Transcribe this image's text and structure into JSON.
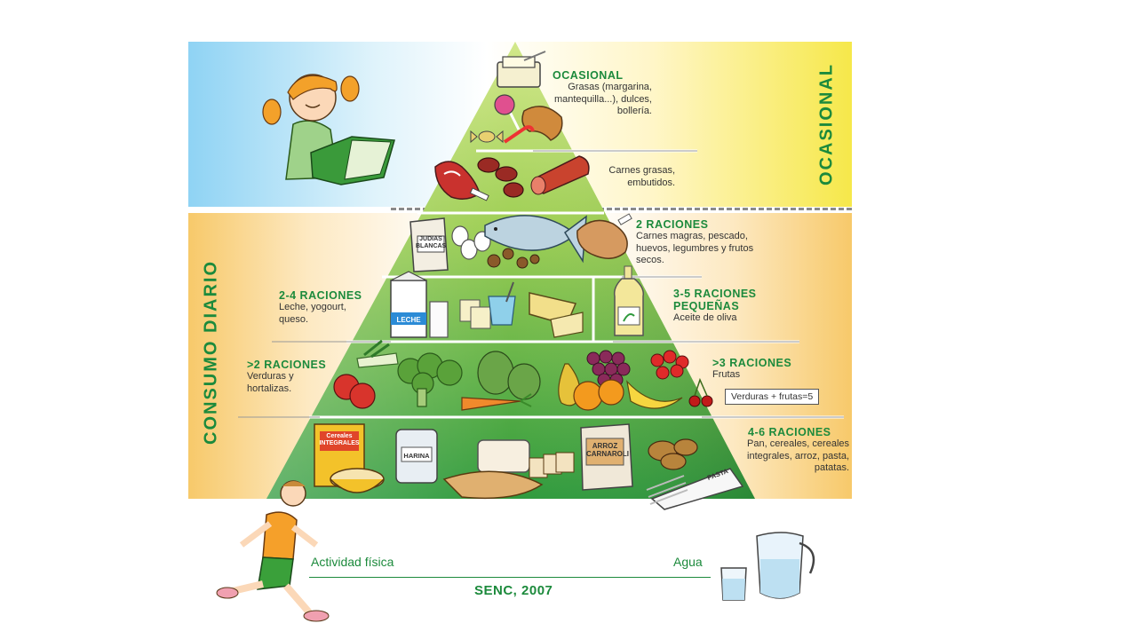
{
  "side_labels": {
    "ocasional": "OCASIONAL",
    "consumo_diario": "CONSUMO DIARIO"
  },
  "tiers": {
    "ocasional": {
      "title": "OCASIONAL",
      "desc": "Grasas (margarina, mantequilla...), dulces, bollería."
    },
    "carnes_grasas": {
      "desc": "Carnes grasas, embutidos."
    },
    "proteinas": {
      "title": "2 RACIONES",
      "desc": "Carnes magras, pescado, huevos, legumbres y frutos secos."
    },
    "lacteos": {
      "title": "2-4 RACIONES",
      "desc": "Leche, yogourt, queso."
    },
    "aceite": {
      "title": "3-5 RACIONES PEQUEÑAS",
      "desc": "Aceite de oliva"
    },
    "verduras": {
      "title": ">2 RACIONES",
      "desc": "Verduras y hortalizas."
    },
    "frutas": {
      "title": ">3 RACIONES",
      "desc": "Frutas",
      "box": "Verduras + frutas=5"
    },
    "cereales": {
      "title": "4-6 RACIONES",
      "desc": "Pan, cereales, cereales integrales, arroz, pasta, patatas."
    }
  },
  "food_labels": {
    "judias": "JUDIAS BLANCAS",
    "leche": "LECHE",
    "cereales_box": "Cereales INTEGRALES",
    "harina": "HARINA",
    "arroz": "ARROZ CARNAROLI",
    "pasta": "PASTA"
  },
  "bottom": {
    "actividad": "Actividad física",
    "agua": "Agua",
    "senc": "SENC, 2007"
  },
  "colors": {
    "green_dark": "#1c8a3c",
    "green_light": "#b7d96a",
    "ocasional_side": "#f6e84a",
    "consumo_side": "#f7c96a",
    "sky": "#8fd3f4"
  }
}
